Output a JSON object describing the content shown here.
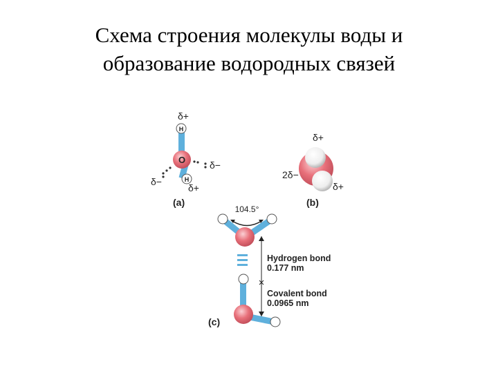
{
  "title": {
    "line1": "Схема строения молекулы воды и",
    "line2": "образование водородных связей"
  },
  "panel_a": {
    "caption": "(a)",
    "oxygen_label": "O",
    "hydrogen_label": "H",
    "charge_top_h": "δ+",
    "charge_bottom_h": "δ+",
    "charge_right": "δ−",
    "charge_left": "δ−"
  },
  "panel_b": {
    "caption": "(b)",
    "charge_top": "δ+",
    "charge_left": "2δ−",
    "charge_bottom": "δ+"
  },
  "panel_c": {
    "caption": "(c)",
    "angle_label": "104.5°",
    "hbond_title": "Hydrogen bond",
    "hbond_value": "0.177 nm",
    "covalent_title": "Covalent bond",
    "covalent_value": "0.0965 nm"
  },
  "colors": {
    "oxygen": "#e8707a",
    "bond": "#5fb0dc",
    "hydrogen": "#ffffff",
    "text": "#222222"
  }
}
